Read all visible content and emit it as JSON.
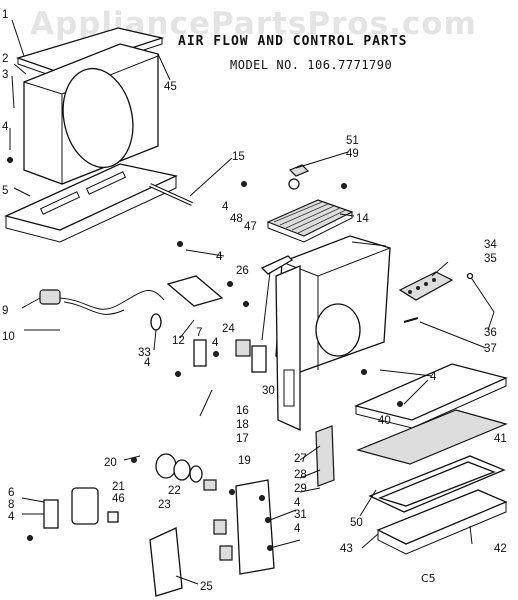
{
  "title": "AIR FLOW AND CONTROL PARTS",
  "model": "MODEL NO. 106.7771790",
  "code": "C5",
  "watermark": "AppliancePartsPros.com",
  "labels": {
    "p1": "1",
    "p2": "2",
    "p3": "3",
    "p4": "4",
    "p5": "5",
    "p45": "45",
    "p15": "15",
    "p51": "51",
    "p49": "49",
    "p4b": "4",
    "p48": "48",
    "p47": "47",
    "p14": "14",
    "p4c": "4",
    "p26": "26",
    "p34": "34",
    "p35": "35",
    "p9": "9",
    "p10": "10",
    "p36": "36",
    "p37": "37",
    "p33": "33",
    "p12": "12",
    "p7": "7",
    "p24": "24",
    "p4d": "4",
    "p4e": "4",
    "p30": "30",
    "p4f": "4",
    "p16": "16",
    "p18": "18",
    "p17": "17",
    "p40": "40",
    "p41": "41",
    "p20": "20",
    "p19": "19",
    "p27": "27",
    "p28": "28",
    "p29": "29",
    "p21": "21",
    "p46": "46",
    "p22": "22",
    "p23": "23",
    "p6": "6",
    "p8": "8",
    "p4g": "4",
    "p4h": "4",
    "p31": "31",
    "p4i": "4",
    "p50": "50",
    "p43": "43",
    "p42": "42",
    "p25": "25"
  }
}
